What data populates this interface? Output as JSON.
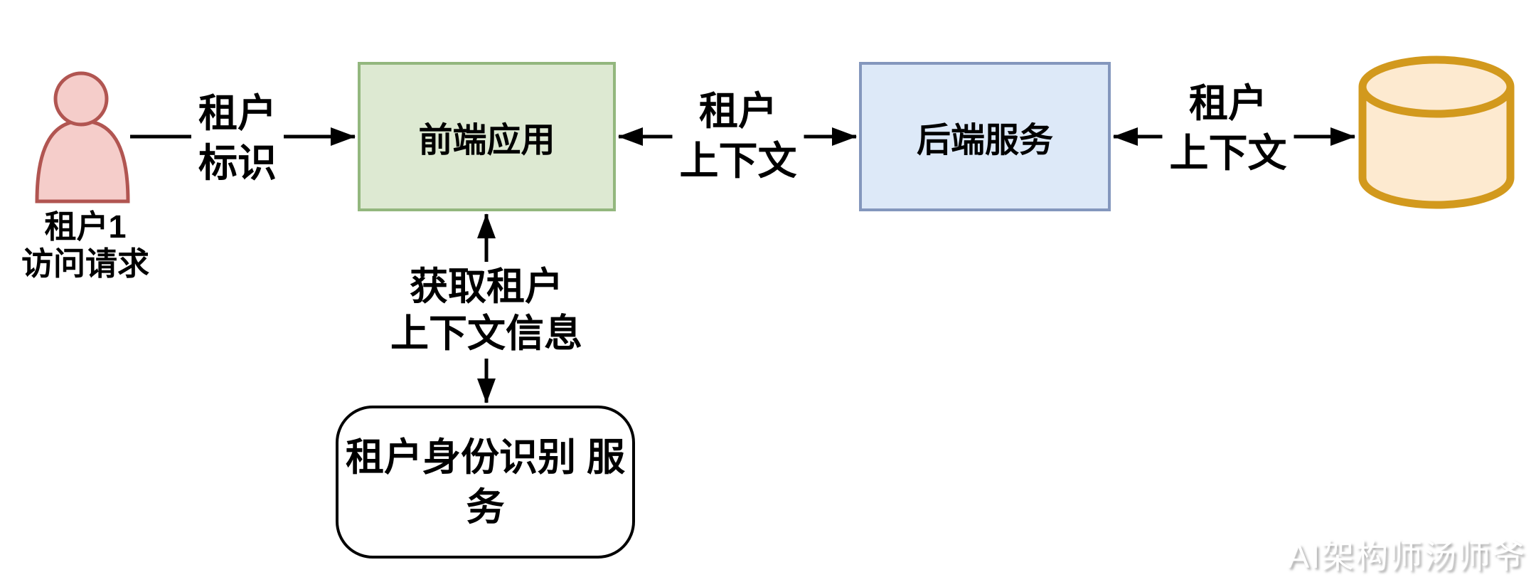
{
  "diagram": {
    "actor": {
      "label_line1": "租户1",
      "label_line2": "访问请求"
    },
    "nodes": {
      "frontend": {
        "label": "前端应用"
      },
      "backend": {
        "label": "后端服务"
      },
      "identity_service": {
        "label_line1": "租户身份识别",
        "label_line2": "服务"
      },
      "database": {
        "icon": "database-cylinder"
      }
    },
    "edges": {
      "tenant_id": {
        "label_line1": "租户",
        "label_line2": "标识",
        "from": "actor",
        "to": "frontend",
        "direction": "one-way"
      },
      "tenant_context_mid": {
        "label_line1": "租户",
        "label_line2": "上下文",
        "from": "frontend",
        "to": "backend",
        "direction": "two-way"
      },
      "tenant_context_right": {
        "label_line1": "租户",
        "label_line2": "上下文",
        "from": "backend",
        "to": "database",
        "direction": "two-way"
      },
      "get_context": {
        "label_line1": "获取租户",
        "label_line2": "上下文信息",
        "from": "frontend",
        "to": "identity_service",
        "direction": "two-way"
      }
    },
    "watermark": "AI架构师汤师爷",
    "colors": {
      "actor_fill": "#f5cdca",
      "actor_stroke": "#b15551",
      "frontend_fill": "#dde9d2",
      "frontend_stroke": "#93b77e",
      "backend_fill": "#dde9f8",
      "backend_stroke": "#8497bd",
      "database_fill": "#fdead0",
      "database_stroke": "#d2991d",
      "line": "#000000"
    }
  }
}
